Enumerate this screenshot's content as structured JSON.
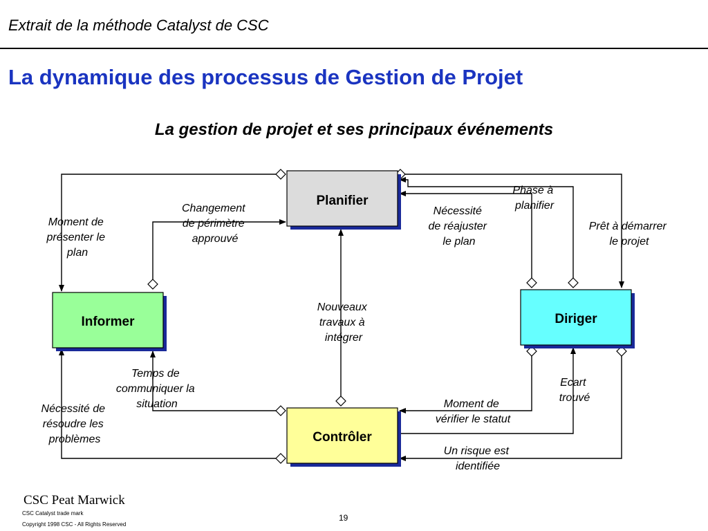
{
  "header": {
    "title": "Extrait de la méthode Catalyst de CSC"
  },
  "slide": {
    "title": "La dynamique des processus de Gestion de Projet",
    "subtitle": "La gestion de projet et ses principaux événements"
  },
  "boxes": {
    "planifier": {
      "label": "Planifier",
      "fill": "#dcdcdc"
    },
    "informer": {
      "label": "Informer",
      "fill": "#99ff99"
    },
    "diriger": {
      "label": "Diriger",
      "fill": "#66ffff"
    },
    "controler": {
      "label": "Contrôler",
      "fill": "#ffff99"
    }
  },
  "edges": {
    "moment_presenter_plan": [
      "Moment de",
      "présenter le",
      "plan"
    ],
    "changement_perimetre": [
      "Changement",
      "de périmètre",
      "approuvé"
    ],
    "phase_planifier": [
      "Phase à",
      "planifier"
    ],
    "necessite_reajuster": [
      "Nécessité",
      "de réajuster",
      "le plan"
    ],
    "pret_demarrer": [
      "Prêt à démarrer",
      "le projet"
    ],
    "nouveaux_travaux": [
      "Nouveaux",
      "travaux à",
      "intégrer"
    ],
    "temps_communiquer": [
      "Temps de",
      "communiquer la",
      "situation"
    ],
    "necessite_resoudre": [
      "Nécessité de",
      "résoudre les",
      "problèmes"
    ],
    "ecart_trouve": [
      "Ecart",
      "trouvé"
    ],
    "moment_verifier": [
      "Moment de",
      "vérifier le statut"
    ],
    "risque_identifie": [
      "Un risque est",
      "identifiée"
    ]
  },
  "colors": {
    "title_blue": "#1a34c0",
    "box_shadow": "#1a2a9a"
  },
  "footer": {
    "company": "CSC Peat Marwick",
    "trademark": "CSC Catalyst trade mark",
    "copyright": "Copyright 1998 CSC - All Rights Reserved",
    "page_number": "19"
  }
}
